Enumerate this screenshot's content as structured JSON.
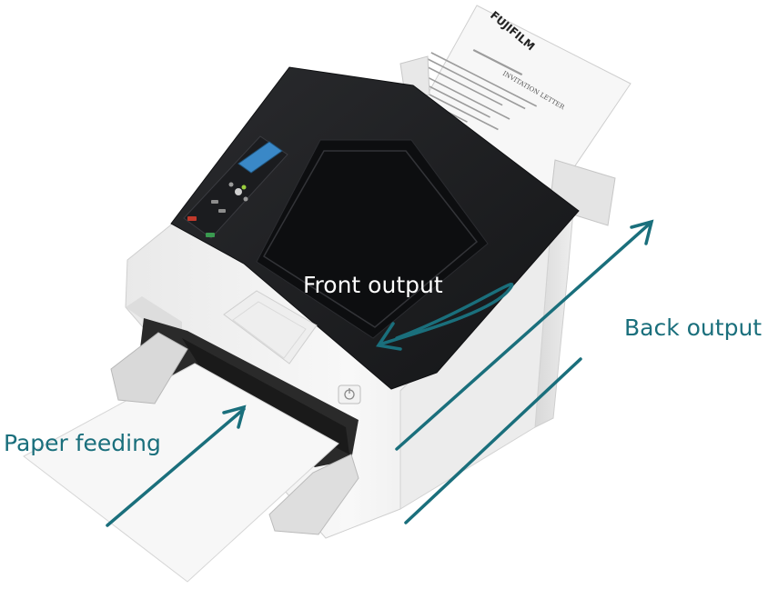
{
  "labels": {
    "front_output": "Front output",
    "back_output": "Back output",
    "paper_feeding": "Paper feeding"
  },
  "document": {
    "brand": "FUJIFILM",
    "heading": "INVITATION LETTER"
  },
  "colors": {
    "accent": "#1a6f7c",
    "printer_body": "#f3f3f3",
    "printer_top": "#1e1f21",
    "lcd": "#3a88c7",
    "paper": "#f7f7f7"
  },
  "icons": {
    "power_button": "power-icon",
    "arrows": "arrow-icon"
  }
}
